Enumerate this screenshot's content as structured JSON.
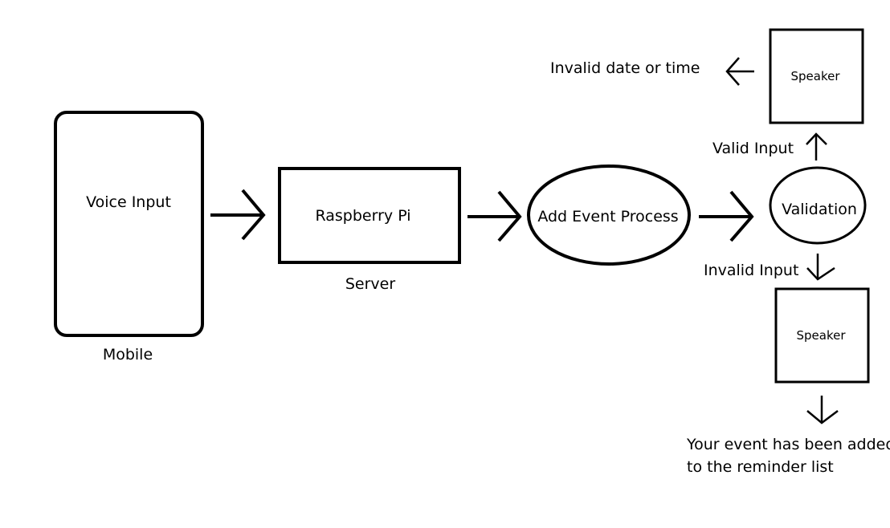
{
  "nodes": {
    "mobile": {
      "title": "Voice Input",
      "caption": "Mobile"
    },
    "server": {
      "title": "Raspberry Pi",
      "caption": "Server"
    },
    "process": {
      "title": "Add Event Process"
    },
    "validation": {
      "title": "Validation"
    },
    "speaker_top": {
      "title": "Speaker"
    },
    "speaker_bottom": {
      "title": "Speaker"
    }
  },
  "labels": {
    "invalid_date": "Invalid date or time",
    "valid_input": "Valid Input",
    "invalid_input": "Invalid Input",
    "event_added_line1": "Your event has been added",
    "event_added_line2": "to the reminder list"
  },
  "colors": {
    "stroke": "#000000",
    "background": "#ffffff"
  }
}
